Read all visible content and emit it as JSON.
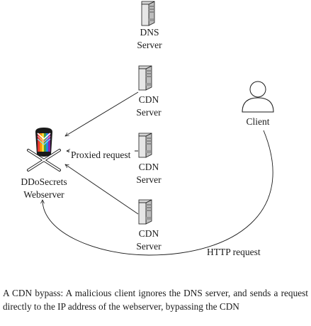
{
  "nodes": {
    "dns": {
      "line1": "DNS",
      "line2": "Server",
      "icon": "server-icon"
    },
    "cdn1": {
      "line1": "CDN",
      "line2": "Server",
      "icon": "server-icon"
    },
    "cdn2": {
      "line1": "CDN",
      "line2": "Server",
      "icon": "server-icon"
    },
    "cdn3": {
      "line1": "CDN",
      "line2": "Server",
      "icon": "server-icon"
    },
    "client": {
      "label": "Client",
      "icon": "user-icon"
    },
    "webserver": {
      "line1": "DDoSecrets",
      "line2": "Webserver",
      "icon": "ddosecrets-skull-logo"
    }
  },
  "edges": {
    "proxied_label": "Proxied request",
    "http_label": "HTTP request"
  },
  "caption": "A CDN bypass: A malicious client ignores the DNS server, and sends a request directly to the IP address of the webserver, bypassing the CDN",
  "colors": {
    "line": "#1a1a1a",
    "server_body": "#e6e6e6",
    "server_side": "#bdbdbd"
  }
}
